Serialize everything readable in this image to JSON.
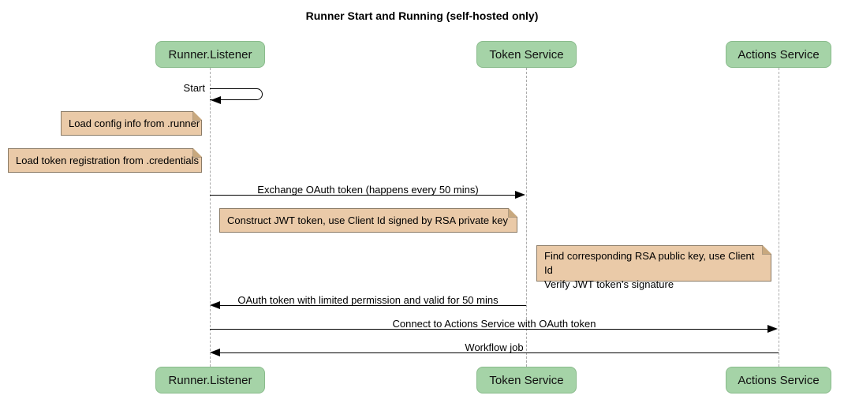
{
  "diagram": {
    "title": "Runner Start and Running (self-hosted only)",
    "participants": [
      {
        "name": "Runner.Listener"
      },
      {
        "name": "Token Service"
      },
      {
        "name": "Actions Service"
      }
    ],
    "messages": {
      "start": "Start",
      "exchange_oauth": "Exchange OAuth token (happens every 50 mins)",
      "oauth_return": "OAuth token with limited permission and valid for 50 mins",
      "connect_actions": "Connect to Actions Service with OAuth token",
      "workflow_job": "Workflow job"
    },
    "notes": {
      "load_config": "Load config info from .runner",
      "load_credentials": "Load token registration from .credentials",
      "construct_jwt": "Construct JWT token, use Client Id signed by RSA private key",
      "verify_jwt_line1": "Find corresponding RSA public key, use Client Id",
      "verify_jwt_line2": "Verify JWT token's signature"
    },
    "colors": {
      "participant_fill": "#a5d3a7",
      "participant_border": "#89bb8b",
      "note_fill": "#eacaa8",
      "note_border": "#8b7b66",
      "note_fold": "#c8a87e",
      "lifeline": "#aaaaaa",
      "arrow": "#000000",
      "background": "#ffffff"
    }
  }
}
